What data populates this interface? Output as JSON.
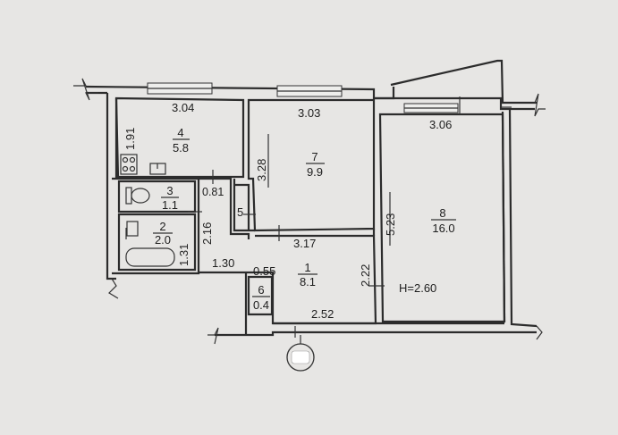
{
  "floor_plan": {
    "ceiling_height": "H=2.60",
    "rooms": [
      {
        "number": "4",
        "area": "5.8",
        "width": "3.04",
        "depth": "1.91"
      },
      {
        "number": "7",
        "area": "9.9",
        "width": "3.03",
        "depth": "3.28"
      },
      {
        "number": "8",
        "area": "16.0",
        "width": "3.06",
        "depth": "5.23"
      },
      {
        "number": "3",
        "area": "1.1",
        "width": "0.81"
      },
      {
        "number": "2",
        "area": "2.0",
        "width": "1.31",
        "depth": "2.16"
      },
      {
        "number": "1",
        "area": "8.1",
        "width": "3.17",
        "depth": "2.22",
        "extra_1": "1.30",
        "extra_2": "0.55",
        "bottom": "2.52"
      },
      {
        "number": "6",
        "area": "0.4"
      },
      {
        "number": "5",
        "area": ""
      }
    ]
  },
  "colors": {
    "background": "#e7e6e4",
    "walls": "#2c2c2c"
  },
  "icons": {
    "stove": "stove-icon",
    "sink": "sink-icon",
    "toilet": "toilet-icon",
    "bathtub": "bathtub-icon",
    "compass": "compass-icon"
  }
}
